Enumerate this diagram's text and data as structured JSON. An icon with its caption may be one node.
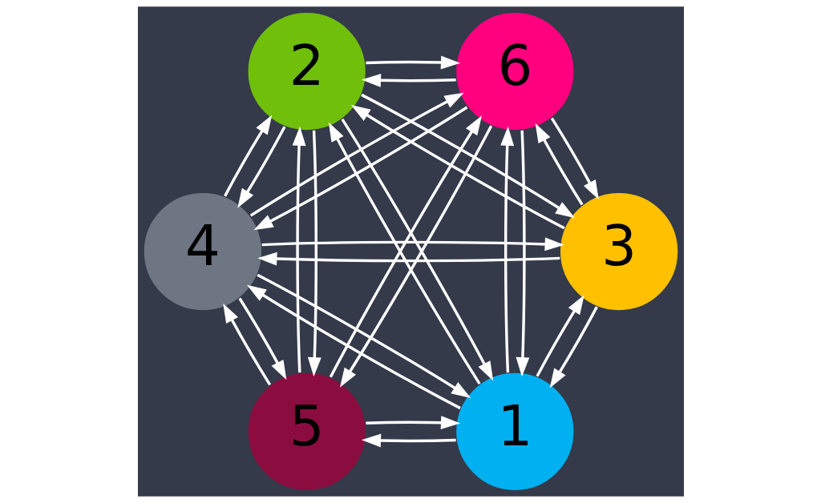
{
  "diagram": {
    "nodes": [
      {
        "text": [
          "1"
        ]
      },
      {
        "text": [
          "2"
        ]
      },
      {
        "text": [
          "3"
        ]
      },
      {
        "text": [
          "4"
        ]
      },
      {
        "text": [
          "5"
        ]
      },
      {
        "text": [
          "6"
        ]
      }
    ],
    "edges": [
      {
        "from": 0,
        "to": 1,
        "arrow": "to"
      },
      {
        "from": 1,
        "to": 0,
        "arrow": "to"
      },
      {
        "from": 1,
        "to": 2,
        "arrow": "to"
      },
      {
        "from": 2,
        "to": 1,
        "arrow": "to"
      },
      {
        "from": 2,
        "to": 3,
        "arrow": "to"
      },
      {
        "from": 3,
        "to": 2,
        "arrow": "to"
      },
      {
        "from": 3,
        "to": 4,
        "arrow": "to"
      },
      {
        "from": 4,
        "to": 3,
        "arrow": "to"
      },
      {
        "from": 4,
        "to": 5,
        "arrow": "to"
      },
      {
        "from": 5,
        "to": 4,
        "arrow": "to"
      },
      {
        "from": 5,
        "to": 0,
        "arrow": "to"
      },
      {
        "from": 0,
        "to": 5,
        "arrow": "to"
      },
      {
        "from": 0,
        "to": 2,
        "arrow": "to"
      },
      {
        "from": 2,
        "to": 0,
        "arrow": "to"
      },
      {
        "from": 0,
        "to": 3,
        "arrow": "to"
      },
      {
        "from": 3,
        "to": 0,
        "arrow": "to"
      },
      {
        "from": 0,
        "to": 4,
        "arrow": "to"
      },
      {
        "from": 4,
        "to": 0,
        "arrow": "to"
      },
      {
        "from": 1,
        "to": 3,
        "arrow": "to"
      },
      {
        "from": 3,
        "to": 1,
        "arrow": "to"
      },
      {
        "from": 1,
        "to": 4,
        "arrow": "to"
      },
      {
        "from": 4,
        "to": 1,
        "arrow": "to"
      },
      {
        "from": 1,
        "to": 5,
        "arrow": "to"
      },
      {
        "from": 5,
        "to": 1,
        "arrow": "to"
      },
      {
        "from": 2,
        "to": 5,
        "arrow": "to"
      },
      {
        "from": 5,
        "to": 2,
        "arrow": "to"
      },
      {
        "from": 3,
        "to": 5,
        "arrow": "to"
      },
      {
        "from": 5,
        "to": 3,
        "arrow": "to"
      }
    ]
  }
}
